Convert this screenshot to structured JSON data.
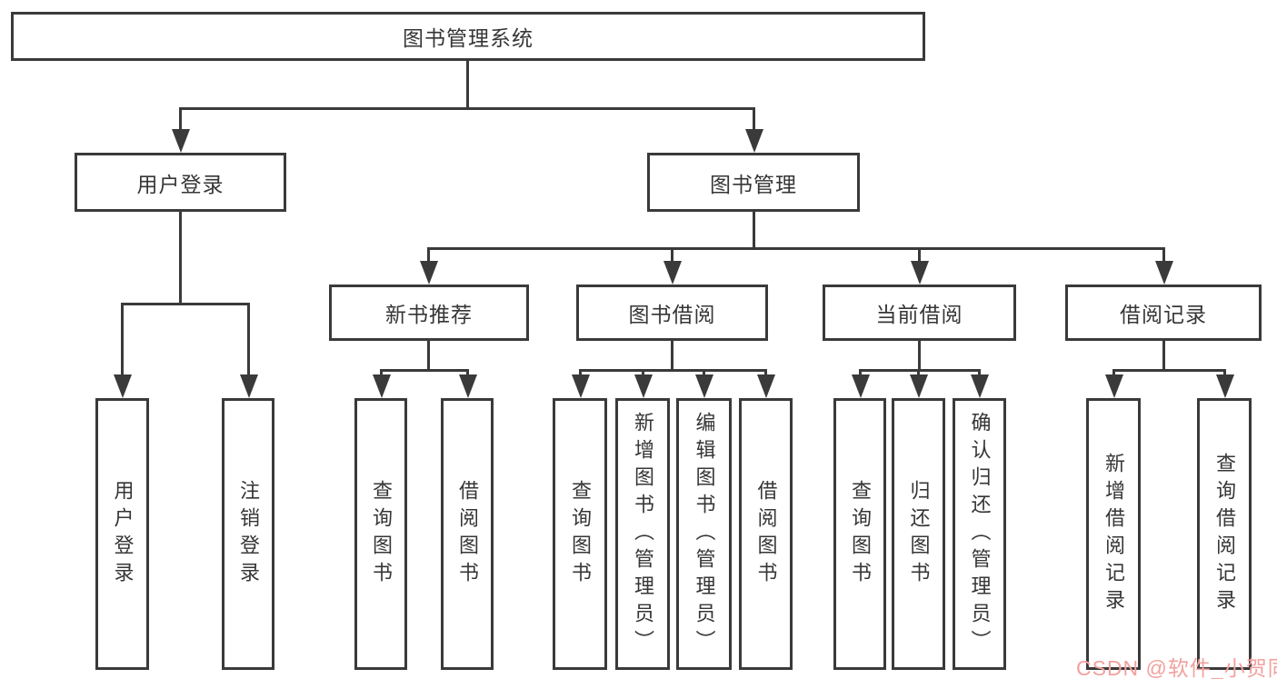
{
  "tree": {
    "root": "图书管理系统",
    "branches": [
      {
        "label": "用户登录",
        "children": [
          "用户登录",
          "注销登录"
        ]
      },
      {
        "label": "图书管理",
        "sections": [
          {
            "label": "新书推荐",
            "children": [
              "查询图书",
              "借阅图书"
            ]
          },
          {
            "label": "图书借阅",
            "children": [
              "查询图书",
              "新增图书（管理员）",
              "编辑图书（管理员）",
              "借阅图书"
            ]
          },
          {
            "label": "当前借阅",
            "children": [
              "查询图书",
              "归还图书",
              "确认归还（管理员）"
            ]
          },
          {
            "label": "借阅记录",
            "children": [
              "新增借阅记录",
              "查询借阅记录"
            ]
          }
        ]
      }
    ]
  },
  "colors": {
    "line": "#3a3a3a",
    "text": "#363636",
    "watermark": "#f2a19e"
  },
  "watermark": {
    "text": "CSDN @软件_小贺同学"
  }
}
